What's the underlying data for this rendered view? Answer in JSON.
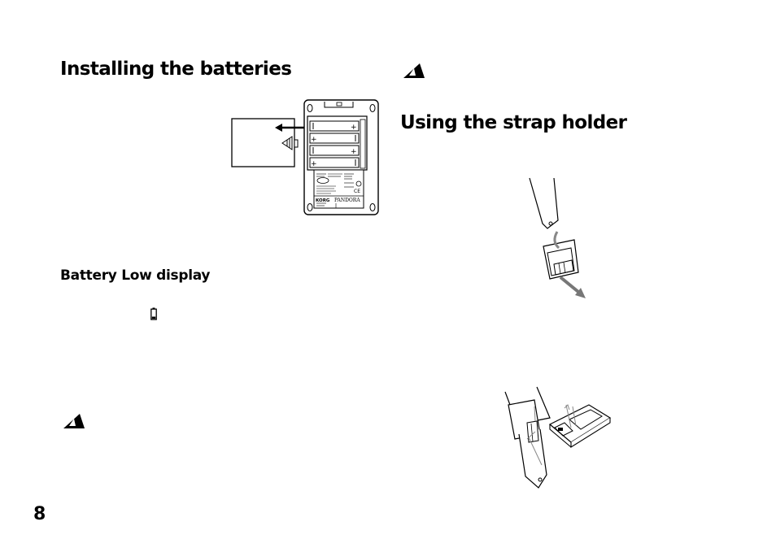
{
  "page_number": "8",
  "left": {
    "section_title": "Installing the batteries",
    "battery_low_heading": "Battery Low display",
    "battery_icon": "battery-low-icon",
    "caution_icon": "caution-pencil-icon"
  },
  "right": {
    "caution_icon": "caution-pencil-icon",
    "section_title": "Using the strap holder"
  },
  "device_label": {
    "brand": "KORG",
    "model": "PANDORA",
    "ce_mark": "CE"
  }
}
